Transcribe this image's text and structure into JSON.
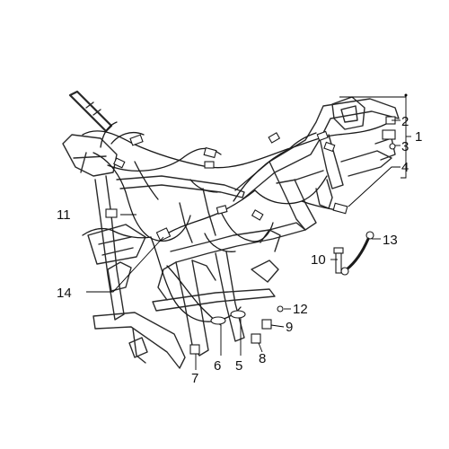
{
  "callouts": {
    "c1": "1",
    "c2": "2",
    "c3": "3",
    "c4": "4",
    "c5": "5",
    "c6": "6",
    "c7": "7",
    "c8": "8",
    "c9": "9",
    "c10": "10",
    "c11": "11",
    "c12": "12",
    "c13": "13",
    "c14": "14"
  },
  "colors": {
    "line": "#1a1a1a",
    "background": "#ffffff"
  }
}
